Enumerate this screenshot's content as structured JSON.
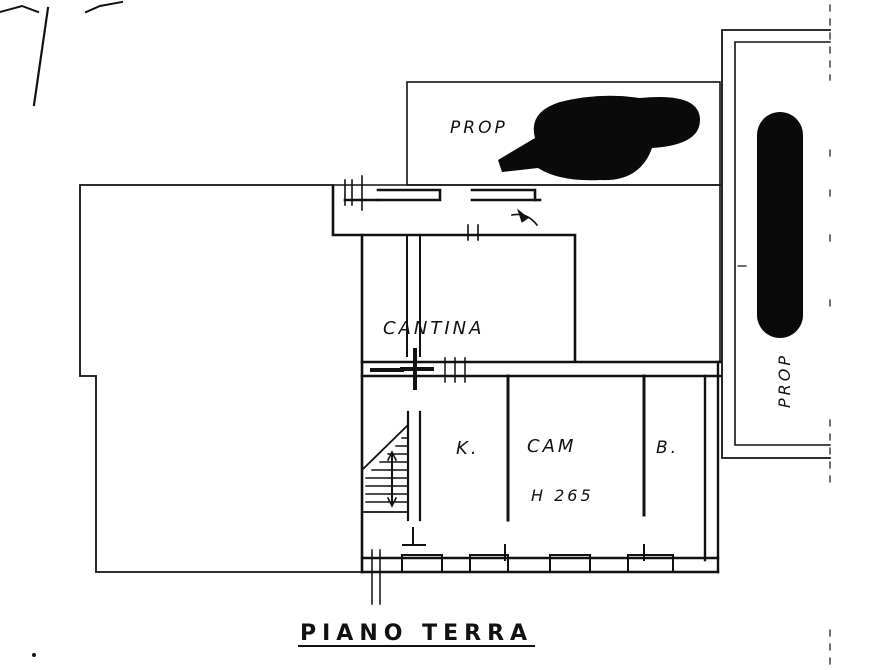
{
  "plan": {
    "title": "PIANO TERRA",
    "rooms": {
      "prop_top": "PROP",
      "prop_right": "PROP",
      "cantina": "CANTINA",
      "kitchen": "K.",
      "bedroom": "CAM",
      "height": "H 265",
      "bath": "B."
    },
    "colors": {
      "ink": "#111111",
      "paper": "#ffffff",
      "redaction": "#0a0a0a"
    }
  }
}
